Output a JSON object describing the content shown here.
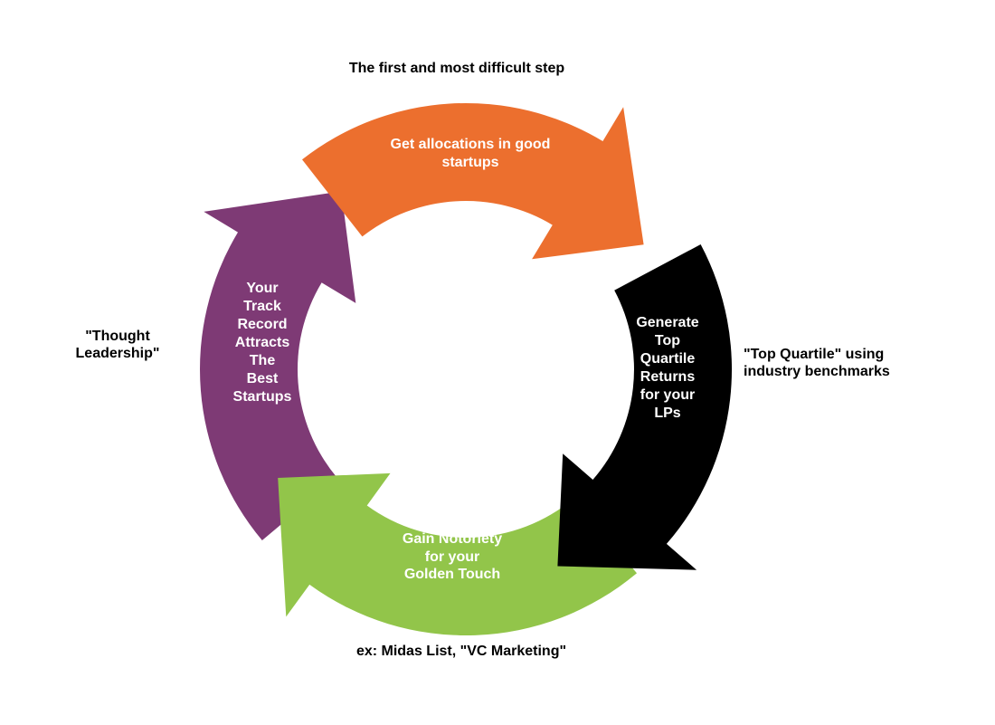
{
  "diagram": {
    "segments": [
      {
        "id": "orange",
        "text": "Get allocations in good\nstartups",
        "color": "#EC6F2E"
      },
      {
        "id": "black",
        "text": "Generate\nTop\nQuartile\nReturns\nfor your\nLPs",
        "color": "#000000"
      },
      {
        "id": "green",
        "text": "Gain Notoriety\nfor your\nGolden Touch",
        "color": "#92C54A"
      },
      {
        "id": "purple",
        "text": "Your\nTrack\nRecord\nAttracts\nThe\nBest\nStartups",
        "color": "#7E3A75"
      }
    ],
    "annotations": {
      "top": "The first and most difficult step",
      "right": "\"Top Quartile\" using\nindustry benchmarks",
      "bottom": "ex: Midas List, \"VC Marketing\"",
      "left": "\"Thought\nLeadership\""
    }
  }
}
